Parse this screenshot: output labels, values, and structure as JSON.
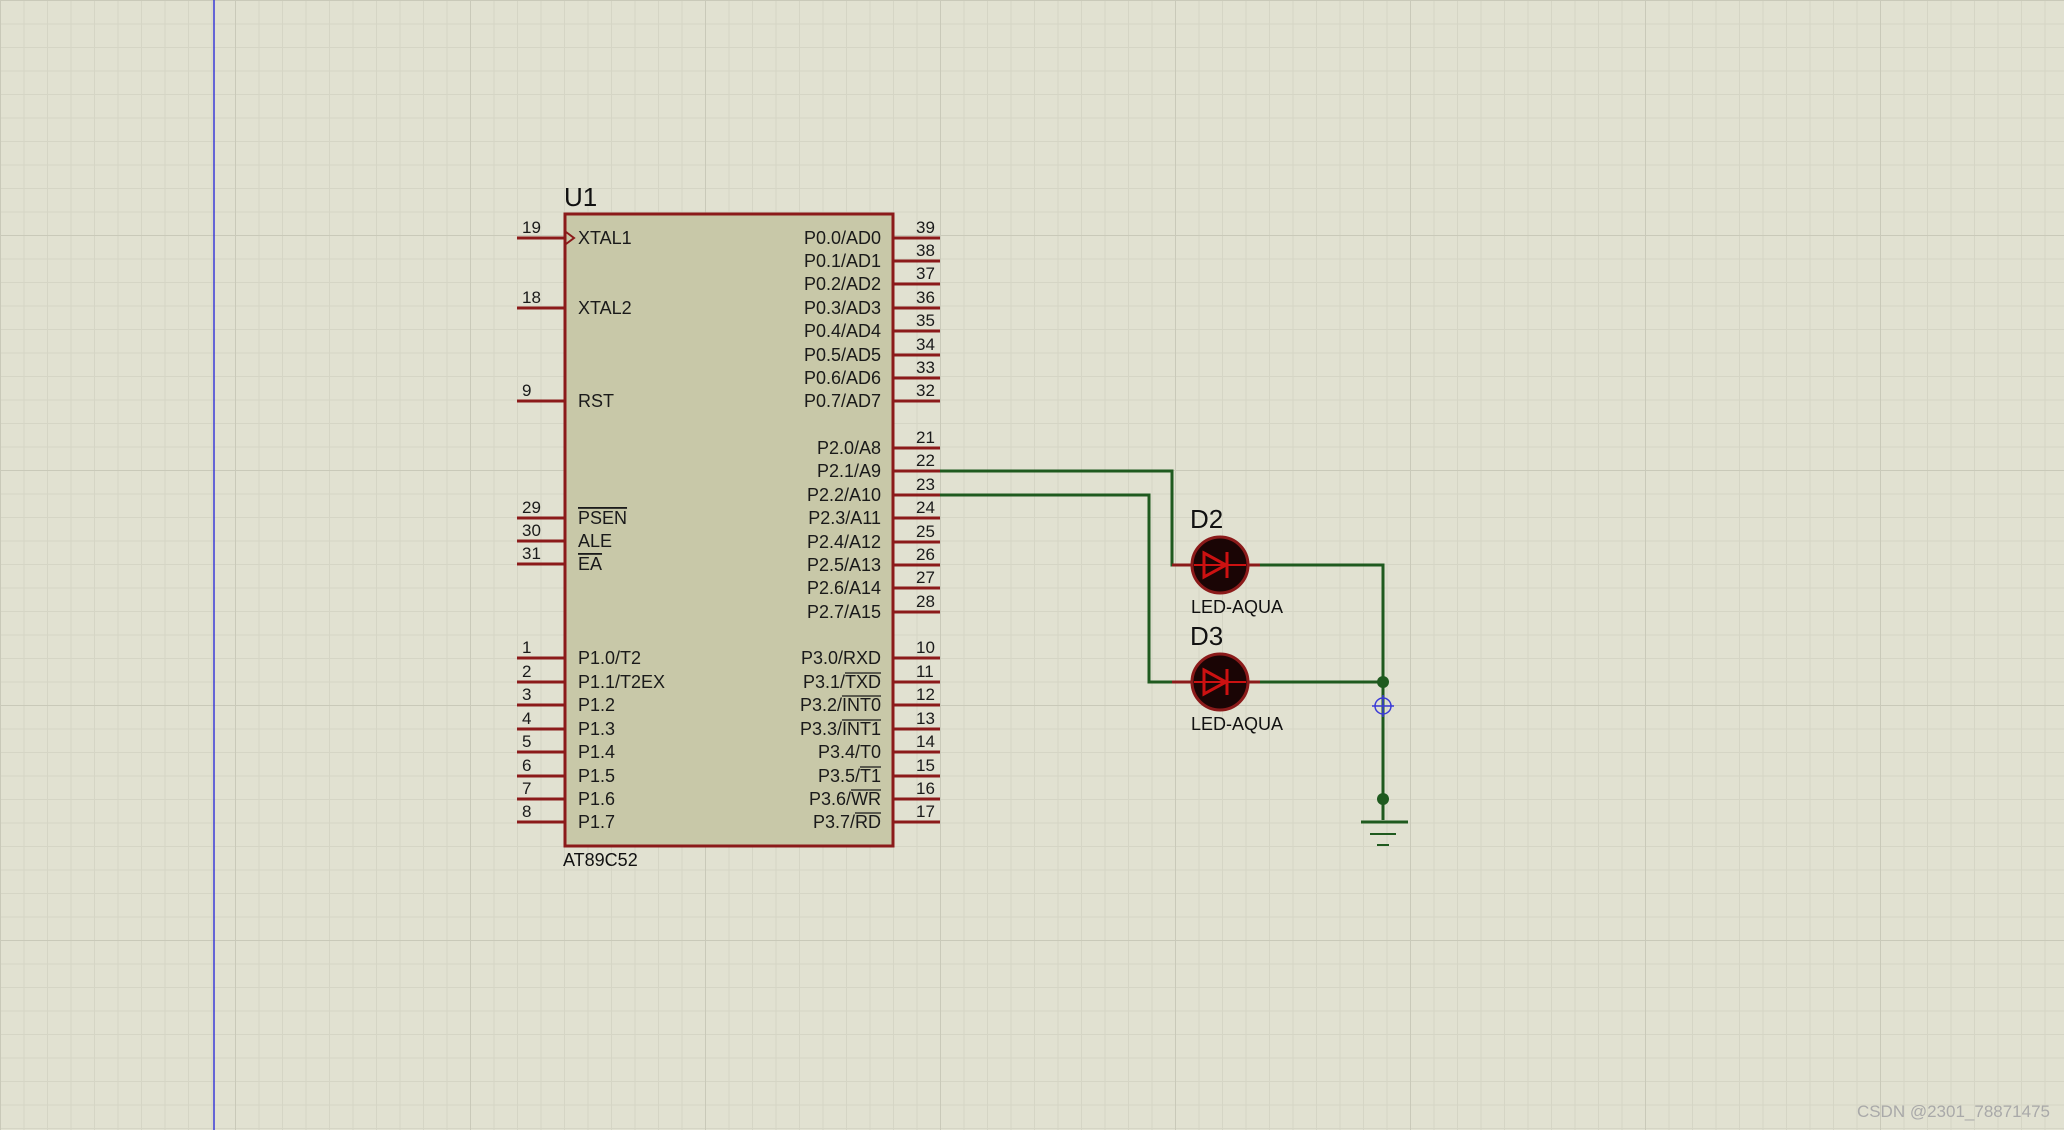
{
  "mcu": {
    "ref": "U1",
    "part": "AT89C52",
    "left_pins": [
      {
        "num": "19",
        "name": "XTAL1"
      },
      {
        "num": "18",
        "name": "XTAL2"
      },
      {
        "num": "9",
        "name": "RST"
      },
      {
        "num": "29",
        "name": "PSEN"
      },
      {
        "num": "30",
        "name": "ALE"
      },
      {
        "num": "31",
        "name": "EA"
      },
      {
        "num": "1",
        "name": "P1.0/T2"
      },
      {
        "num": "2",
        "name": "P1.1/T2EX"
      },
      {
        "num": "3",
        "name": "P1.2"
      },
      {
        "num": "4",
        "name": "P1.3"
      },
      {
        "num": "5",
        "name": "P1.4"
      },
      {
        "num": "6",
        "name": "P1.5"
      },
      {
        "num": "7",
        "name": "P1.6"
      },
      {
        "num": "8",
        "name": "P1.7"
      }
    ],
    "right_pins": [
      {
        "num": "39",
        "name": "P0.0/AD0"
      },
      {
        "num": "38",
        "name": "P0.1/AD1"
      },
      {
        "num": "37",
        "name": "P0.2/AD2"
      },
      {
        "num": "36",
        "name": "P0.3/AD3"
      },
      {
        "num": "35",
        "name": "P0.4/AD4"
      },
      {
        "num": "34",
        "name": "P0.5/AD5"
      },
      {
        "num": "33",
        "name": "P0.6/AD6"
      },
      {
        "num": "32",
        "name": "P0.7/AD7"
      },
      {
        "num": "21",
        "name": "P2.0/A8"
      },
      {
        "num": "22",
        "name": "P2.1/A9"
      },
      {
        "num": "23",
        "name": "P2.2/A10"
      },
      {
        "num": "24",
        "name": "P2.3/A11"
      },
      {
        "num": "25",
        "name": "P2.4/A12"
      },
      {
        "num": "26",
        "name": "P2.5/A13"
      },
      {
        "num": "27",
        "name": "P2.6/A14"
      },
      {
        "num": "28",
        "name": "P2.7/A15"
      },
      {
        "num": "10",
        "name": "P3.0/RXD"
      },
      {
        "num": "11",
        "name": "P3.1/TXD"
      },
      {
        "num": "12",
        "name": "P3.2/INT0"
      },
      {
        "num": "13",
        "name": "P3.3/INT1"
      },
      {
        "num": "14",
        "name": "P3.4/T0"
      },
      {
        "num": "15",
        "name": "P3.5/T1"
      },
      {
        "num": "16",
        "name": "P3.6/WR"
      },
      {
        "num": "17",
        "name": "P3.7/RD"
      }
    ]
  },
  "leds": [
    {
      "ref": "D2",
      "value": "LED-AQUA"
    },
    {
      "ref": "D3",
      "value": "LED-AQUA"
    }
  ],
  "watermark": "CSDN @2301_78871475",
  "colors": {
    "background": "#e1e1d1",
    "component_outline": "#8b1a1a",
    "component_fill": "#c8c8a8",
    "wire": "#1f5a1f",
    "led_body": "#1a0505",
    "led_symbol": "#cc1111",
    "origin_line": "#3b3bd8"
  }
}
